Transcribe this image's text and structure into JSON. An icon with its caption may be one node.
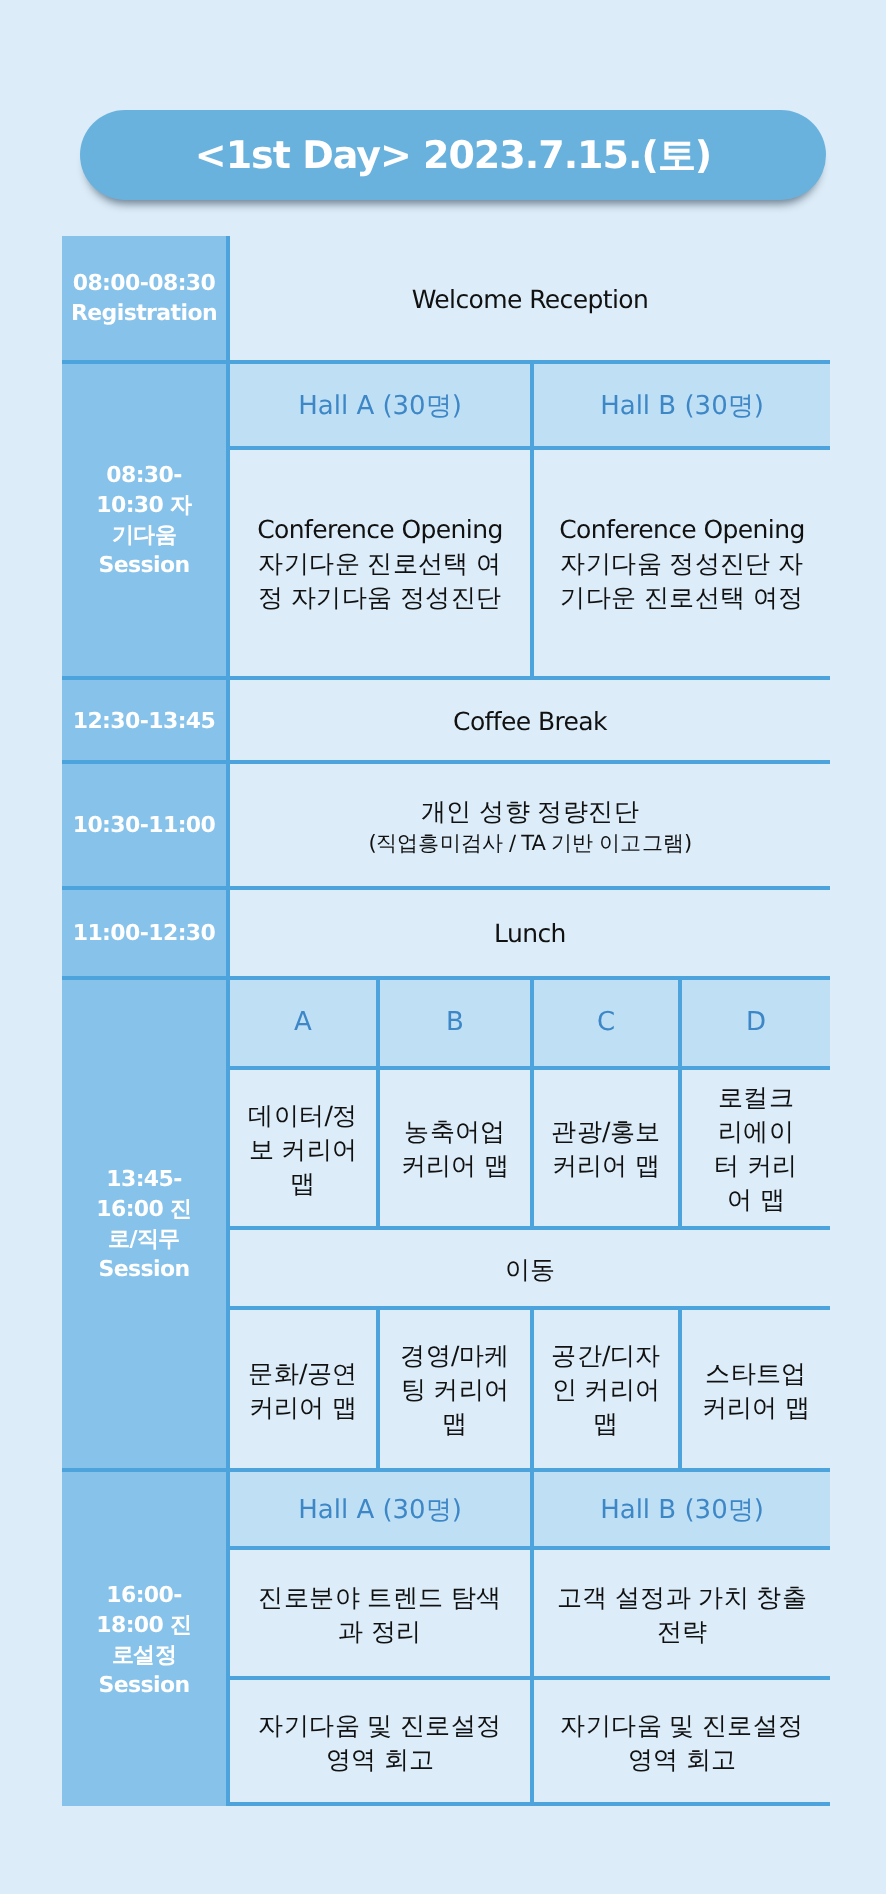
{
  "diagram": {
    "title": "<1st Day> 2023.7.15.(토)",
    "labels": [
      "08:00-08:30 Registration",
      "Welcome Reception",
      "08:30-10:30 자기다움 Session",
      "Hall A (30명)",
      "Hall B (30명)",
      "Conference Opening 자기다운 진로선택 여정 자기다움 정성진단",
      "Conference Opening 자기다움 정성진단 자기다운 진로선택 여정",
      "12:30-13:45",
      "Coffee Break",
      "10:30-11:00",
      "개인 성향 정량진단",
      "(직업흥미검사 / TA 기반 이고그램)",
      "11:00-12:30",
      "Lunch",
      "13:45-16:00 진로/직무 Session",
      "A",
      "B",
      "C",
      "D",
      "데이터/정보 커리어 맵",
      "농축어업 커리어 맵",
      "관광/홍보 커리어 맵",
      "로컬크리에이터 커리어 맵",
      "이동",
      "문화/공연 커리어 맵",
      "경영/마케팅 커리어 맵",
      "공간/디자인 커리어 맵",
      "스타트업 커리어 맵",
      "16:00-18:00 진로설정 Session",
      "Hall A (30명)",
      "Hall B (30명)",
      "진로분야 트렌드 탐색과 정리",
      "고객 설정과 가치 창출 전략",
      "자기다움 및 진로설정 영역 회고",
      "자기다움 및 진로설정 영역 회고"
    ]
  }
}
